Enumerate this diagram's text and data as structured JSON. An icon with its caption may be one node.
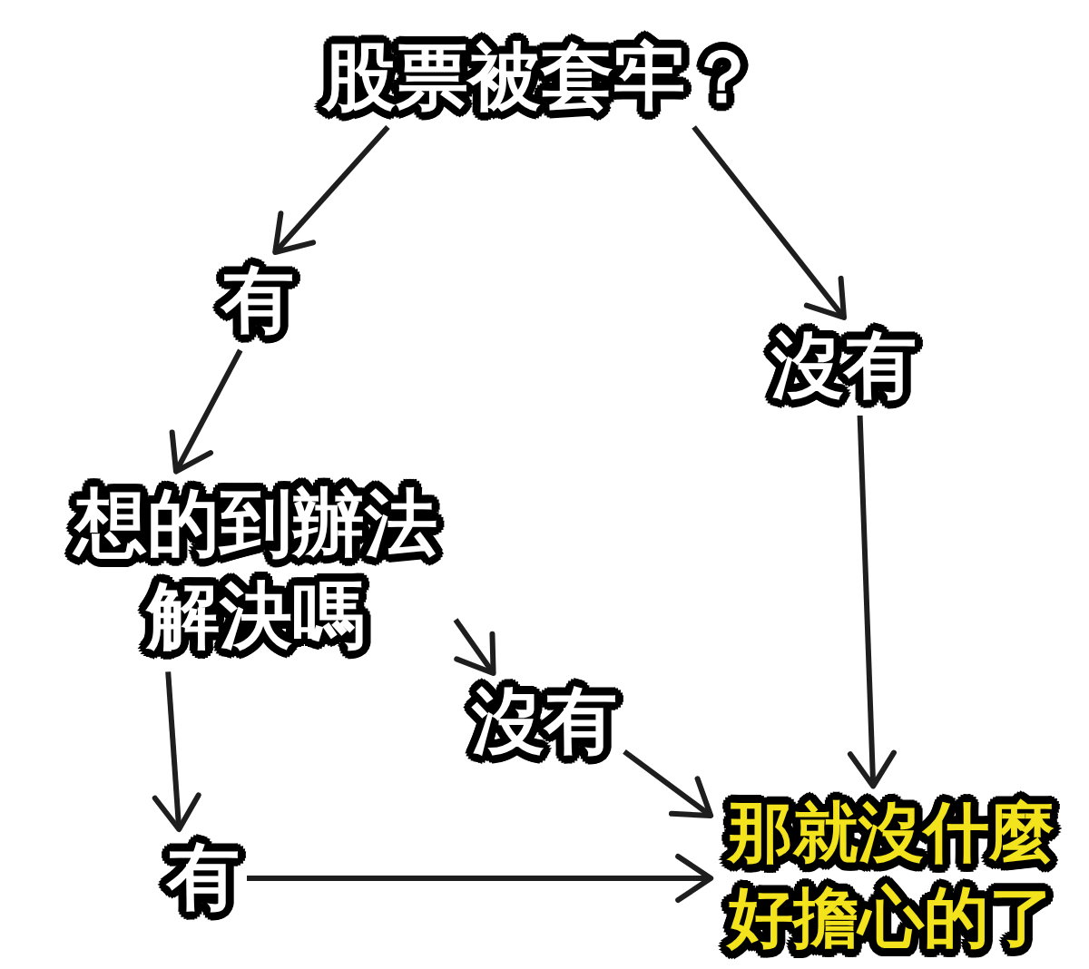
{
  "diagram": {
    "nodes": [
      {
        "text": [
          "股票被套牢？"
        ]
      },
      {
        "text": [
          "有"
        ]
      },
      {
        "text": [
          "沒有"
        ]
      },
      {
        "text": [
          "想的到辦法解決嗎"
        ]
      },
      {
        "text": [
          "沒有"
        ]
      },
      {
        "text": [
          "有"
        ]
      },
      {
        "text": [
          "那就沒什麼好擔心的了"
        ]
      }
    ],
    "edges": [
      {
        "from": 0,
        "to": 1,
        "arrow": "to"
      },
      {
        "from": 0,
        "to": 2,
        "arrow": "to"
      },
      {
        "from": 1,
        "to": 3,
        "arrow": "to"
      },
      {
        "from": 3,
        "to": 4,
        "arrow": "to"
      },
      {
        "from": 3,
        "to": 5,
        "arrow": "to"
      },
      {
        "from": 4,
        "to": 6,
        "arrow": "to"
      },
      {
        "from": 5,
        "to": 6,
        "arrow": "to"
      },
      {
        "from": 2,
        "to": 6,
        "arrow": "to"
      }
    ]
  }
}
